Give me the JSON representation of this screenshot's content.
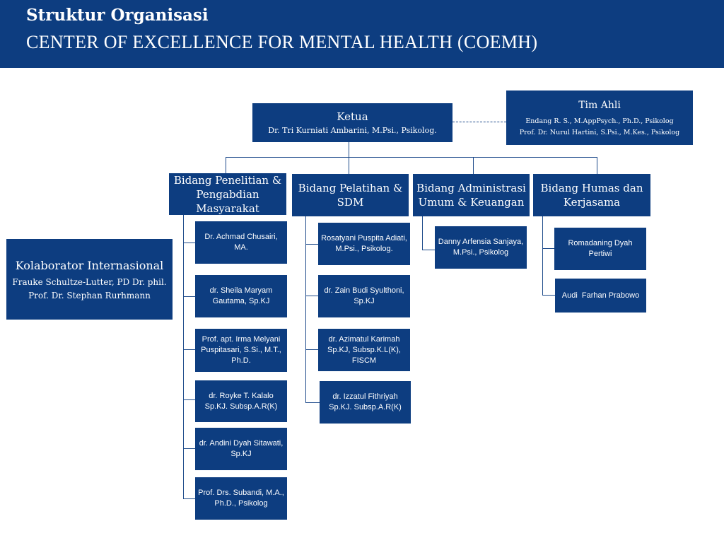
{
  "header": {
    "title": "Struktur Organisasi",
    "subtitle": "CENTER OF EXCELLENCE FOR MENTAL HEALTH (COEMH)"
  },
  "ketua": {
    "title": "Ketua",
    "name": "Dr. Tri Kurniati Ambarini, M.Psi., Psikolog."
  },
  "tim_ahli": {
    "title": "Tim Ahli",
    "members": [
      "Endang R. S., M.AppPsych., Ph.D., Psikolog",
      "Prof. Dr. Nurul Hartini, S.Psi., M.Kes., Psikolog"
    ]
  },
  "kolaborator": {
    "title": "Kolaborator Internasional",
    "members": [
      "Frauke Schultze-Lutter, PD Dr. phil.",
      "Prof. Dr. Stephan Rurhmann"
    ]
  },
  "divisions": [
    {
      "title": "Bidang Penelitian & Pengabdian Masyarakat",
      "members": [
        "Dr. Achmad Chusairi, MA.",
        "dr. Sheila Maryam Gautama, Sp.KJ",
        "Prof. apt. Irma Melyani Puspitasari, S.Si., M.T., Ph.D.",
        "dr. Royke T. Kalalo Sp.KJ. Subsp.A.R(K)",
        "dr. Andini Dyah Sitawati, Sp.KJ",
        "Prof. Drs. Subandi, M.A., Ph.D., Psikolog"
      ]
    },
    {
      "title": "Bidang Pelatihan & SDM",
      "members": [
        "Rosatyani Puspita Adiati, M.Psi., Psikolog.",
        "dr. Zain Budi Syulthoni, Sp.KJ",
        "dr. Azimatul Karimah Sp.KJ, Subsp.K.L(K), FISCM",
        "dr. Izzatul Fithriyah Sp.KJ. Subsp.A.R(K)"
      ]
    },
    {
      "title": "Bidang Administrasi Umum & Keuangan",
      "members": [
        "Danny Arfensia Sanjaya, M.Psi., Psikolog"
      ]
    },
    {
      "title": "Bidang Humas dan Kerjasama",
      "members": [
        "Romadaning Dyah Pertiwi",
        "Audi  Farhan Prabowo"
      ]
    }
  ]
}
